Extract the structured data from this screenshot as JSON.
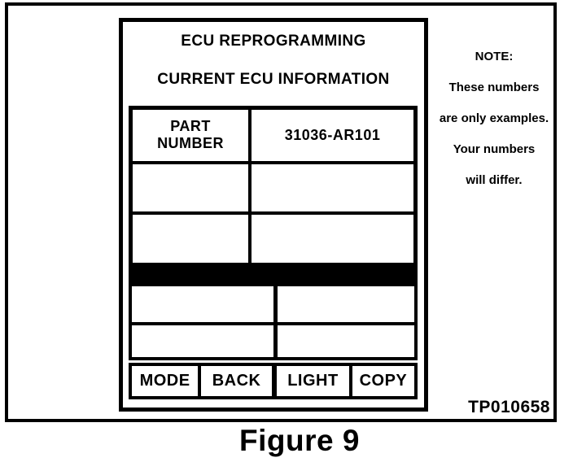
{
  "colors": {
    "ink": "#000000",
    "paper": "#ffffff"
  },
  "screen": {
    "title": "ECU REPROGRAMMING",
    "subtitle": "CURRENT ECU INFORMATION",
    "info_table": {
      "row1_label": "PART\nNUMBER",
      "row1_value": "31036-AR101",
      "row2_label": "",
      "row2_value": "",
      "row3_label": "",
      "row3_value": ""
    },
    "status_table": {
      "r1c1": "",
      "r1c2": "",
      "r2c1": "",
      "r2c2": ""
    },
    "buttons": [
      "MODE",
      "BACK",
      "LIGHT",
      "COPY"
    ]
  },
  "note": {
    "heading": "NOTE:",
    "lines": [
      "These numbers",
      "are only examples.",
      "Your numbers",
      "will differ."
    ]
  },
  "figure": {
    "ref_code": "TP010658",
    "caption": "Figure 9"
  }
}
